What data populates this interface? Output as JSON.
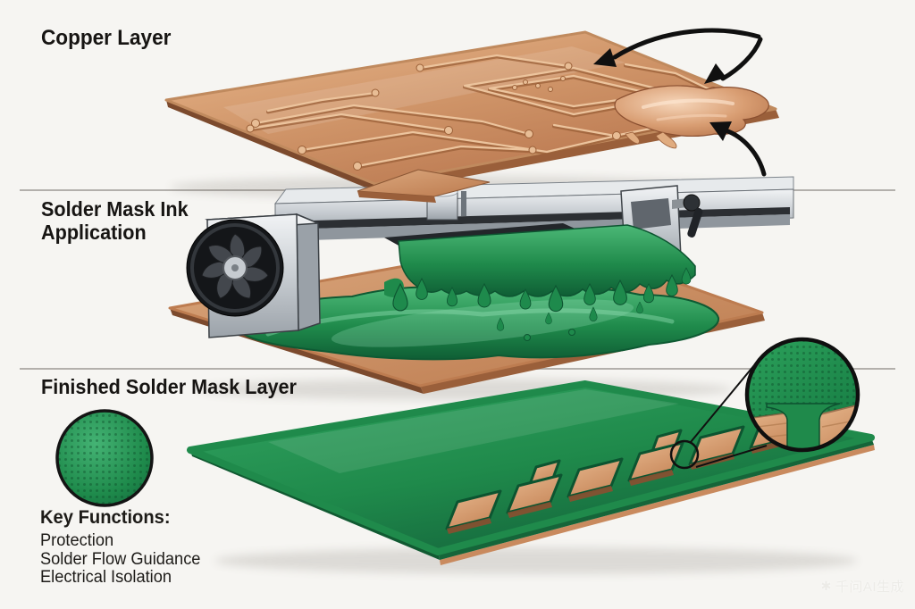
{
  "panels": [
    {
      "id": "copper-layer",
      "title": "Copper Layer"
    },
    {
      "id": "solder-mask-ink-application",
      "title": "Solder Mask Ink\nApplication"
    },
    {
      "id": "finished-solder-mask-layer",
      "title": "Finished Solder Mask Layer"
    }
  ],
  "key_functions": {
    "heading": "Key Functions:",
    "items": [
      "Protection",
      "Solder Flow Guidance",
      "Electrical Isolation"
    ]
  },
  "watermark": {
    "logo": "✱",
    "text": "千问AI生成"
  },
  "colors": {
    "bg": "#f6f5f2",
    "text-dark": "#171513",
    "divider": "#b3b0ac",
    "copper-light": "#ecc49d",
    "copper-mid": "#c98a5e",
    "copper-dark": "#9a5f3a",
    "copper-deep": "#7c4a2d",
    "green-bright": "#4cb877",
    "green-mid": "#1f8a4b",
    "green-dark": "#0f5e35",
    "metal-light": "#eef0f2",
    "metal-mid": "#b9bec4",
    "metal-dark": "#5a6066",
    "outline": "#101010",
    "watermark": "#ecebe7"
  }
}
